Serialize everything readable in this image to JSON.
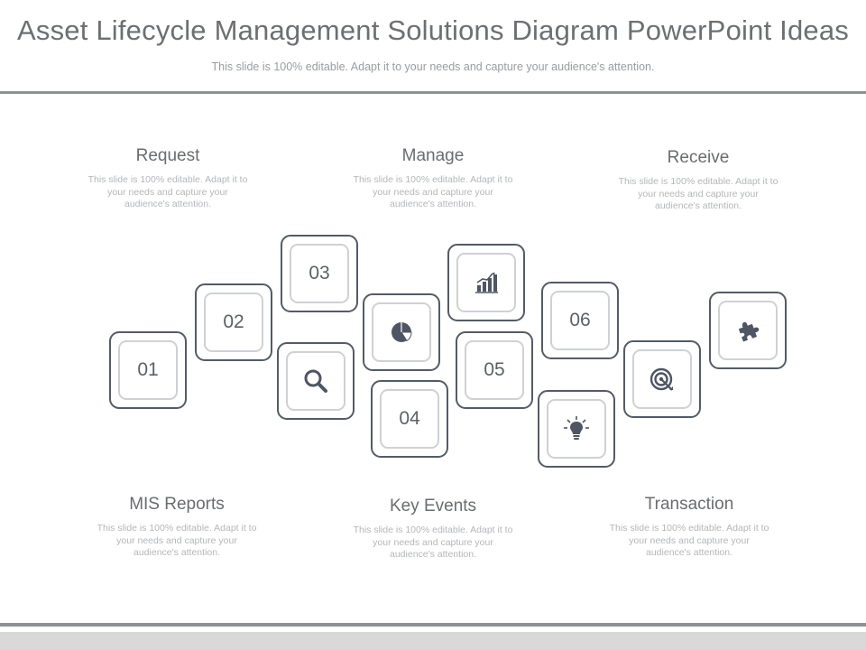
{
  "header": {
    "title": "Asset Lifecycle Management Solutions Diagram PowerPoint Ideas",
    "subtitle": "This slide is 100% editable. Adapt it to your needs and capture your audience's attention."
  },
  "blocks": [
    {
      "heading": "Request",
      "text": "This slide is 100% editable. Adapt it to your needs and capture your audience's attention."
    },
    {
      "heading": "Manage",
      "text": "This slide is 100% editable. Adapt it to your needs and capture your audience's attention."
    },
    {
      "heading": "Receive",
      "text": "This slide is 100% editable. Adapt it to your needs and capture your audience's attention."
    },
    {
      "heading": "MIS Reports",
      "text": "This slide is 100% editable. Adapt it to your needs and capture your audience's attention."
    },
    {
      "heading": "Key Events",
      "text": "This slide is 100% editable. Adapt it to your needs and capture your audience's attention."
    },
    {
      "heading": "Transaction",
      "text": "This slide is 100% editable. Adapt it to your needs and capture your audience's attention."
    }
  ],
  "steps": [
    "01",
    "02",
    "03",
    "04",
    "05",
    "06"
  ],
  "icons": [
    "magnifier-icon",
    "pie-chart-icon",
    "bar-chart-icon",
    "lightbulb-icon",
    "target-icon",
    "puzzle-icon"
  ],
  "colors": {
    "tile_border": "#545b68",
    "inner_border": "#cfd1d4",
    "icon": "#4e5563"
  }
}
